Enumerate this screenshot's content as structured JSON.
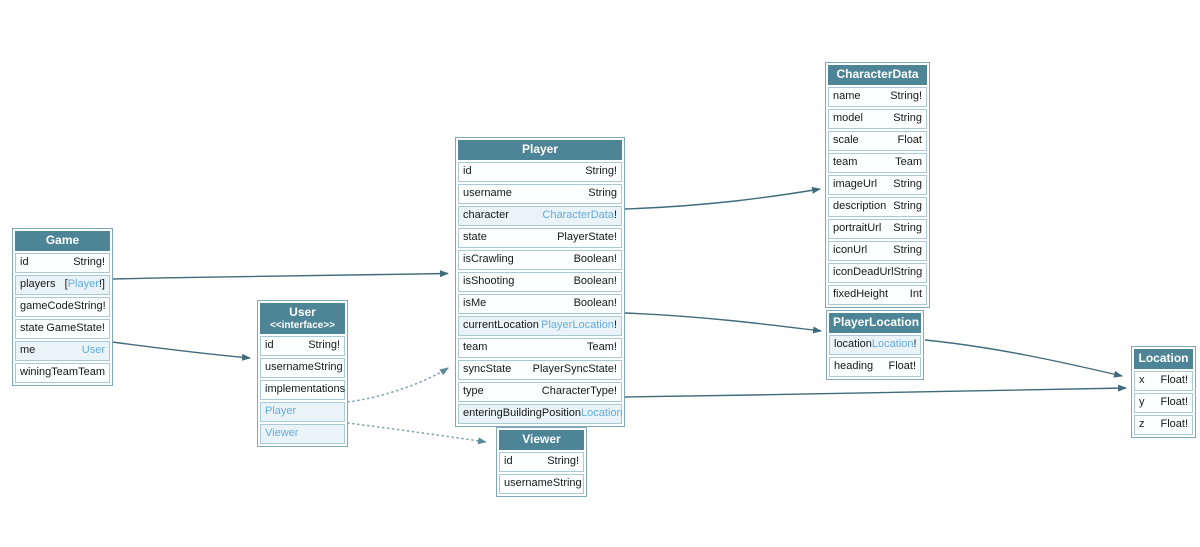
{
  "diagram": {
    "colors": {
      "header_bg": "#4d8596",
      "link_text": "#64acdf",
      "solid_edge": "#3f6b7b",
      "dotted_edge": "#7fa3b0",
      "row_border": "#a9c9d4",
      "link_row_bg": "#eaf3f8"
    },
    "edges": [
      {
        "from": "Game.players",
        "to": "Player",
        "style": "solid"
      },
      {
        "from": "Game.me",
        "to": "User",
        "style": "solid"
      },
      {
        "from": "User.Player",
        "to": "Player",
        "style": "dotted"
      },
      {
        "from": "User.Viewer",
        "to": "Viewer",
        "style": "dotted"
      },
      {
        "from": "Player.character",
        "to": "CharacterData",
        "style": "solid"
      },
      {
        "from": "Player.currentLocation",
        "to": "PlayerLocation",
        "style": "solid"
      },
      {
        "from": "Player.enteringBuildingPosition",
        "to": "Location",
        "style": "solid"
      },
      {
        "from": "PlayerLocation.location",
        "to": "Location",
        "style": "solid"
      }
    ]
  },
  "tables": {
    "game": {
      "title": "Game",
      "rows": [
        {
          "f": "id",
          "t": "String!"
        },
        {
          "f": "players",
          "pre": "[",
          "link": "Player",
          "suf": "!]"
        },
        {
          "f": "gameCode",
          "t": "String!"
        },
        {
          "f": "state",
          "t": "GameState!"
        },
        {
          "f": "me",
          "link": "User",
          "suf": ""
        },
        {
          "f": "winingTeam",
          "t": "Team"
        }
      ]
    },
    "user": {
      "title": "User",
      "subtitle": "<<interface>>",
      "rows": [
        {
          "f": "id",
          "t": "String!"
        },
        {
          "f": "username",
          "t": "String"
        }
      ],
      "implementations_label": "implementations",
      "impls": [
        {
          "link": "Player"
        },
        {
          "link": "Viewer"
        }
      ]
    },
    "player": {
      "title": "Player",
      "rows": [
        {
          "f": "id",
          "t": "String!"
        },
        {
          "f": "username",
          "t": "String"
        },
        {
          "f": "character",
          "link": "CharacterData",
          "suf": "!"
        },
        {
          "f": "state",
          "t": "PlayerState!"
        },
        {
          "f": "isCrawling",
          "t": "Boolean!"
        },
        {
          "f": "isShooting",
          "t": "Boolean!"
        },
        {
          "f": "isMe",
          "t": "Boolean!"
        },
        {
          "f": "currentLocation",
          "link": "PlayerLocation",
          "suf": "!"
        },
        {
          "f": "team",
          "t": "Team!"
        },
        {
          "f": "syncState",
          "t": "PlayerSyncState!"
        },
        {
          "f": "type",
          "t": "CharacterType!"
        },
        {
          "f": "enteringBuildingPosition",
          "link": "Location",
          "suf": ""
        }
      ]
    },
    "viewer": {
      "title": "Viewer",
      "rows": [
        {
          "f": "id",
          "t": "String!"
        },
        {
          "f": "username",
          "t": "String"
        }
      ]
    },
    "characterData": {
      "title": "CharacterData",
      "rows": [
        {
          "f": "name",
          "t": "String!"
        },
        {
          "f": "model",
          "t": "String"
        },
        {
          "f": "scale",
          "t": "Float"
        },
        {
          "f": "team",
          "t": "Team"
        },
        {
          "f": "imageUrl",
          "t": "String"
        },
        {
          "f": "description",
          "t": "String"
        },
        {
          "f": "portraitUrl",
          "t": "String"
        },
        {
          "f": "iconUrl",
          "t": "String"
        },
        {
          "f": "iconDeadUrl",
          "t": "String"
        },
        {
          "f": "fixedHeight",
          "t": "Int"
        }
      ]
    },
    "playerLocation": {
      "title": "PlayerLocation",
      "rows": [
        {
          "f": "location",
          "link": "Location",
          "suf": "!"
        },
        {
          "f": "heading",
          "t": "Float!"
        }
      ]
    },
    "location": {
      "title": "Location",
      "rows": [
        {
          "f": "x",
          "t": "Float!"
        },
        {
          "f": "y",
          "t": "Float!"
        },
        {
          "f": "z",
          "t": "Float!"
        }
      ]
    }
  }
}
